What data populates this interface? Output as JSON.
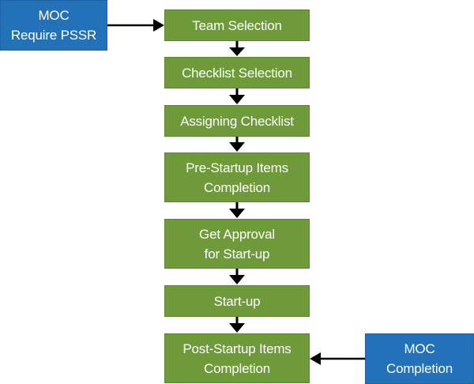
{
  "diagram": {
    "colors": {
      "step_fill": "#6e9a3a",
      "side_fill": "#2371b9",
      "text": "#ffffff",
      "arrow": "#000000"
    },
    "inputs": {
      "start": "MOC\nRequire PSSR",
      "end": "MOC\nCompletion"
    },
    "steps": [
      "Team Selection",
      "Checklist Selection",
      "Assigning Checklist",
      "Pre-Startup Items\nCompletion",
      "Get Approval\nfor Start-up",
      "Start-up",
      "Post-Startup Items\nCompletion"
    ]
  }
}
